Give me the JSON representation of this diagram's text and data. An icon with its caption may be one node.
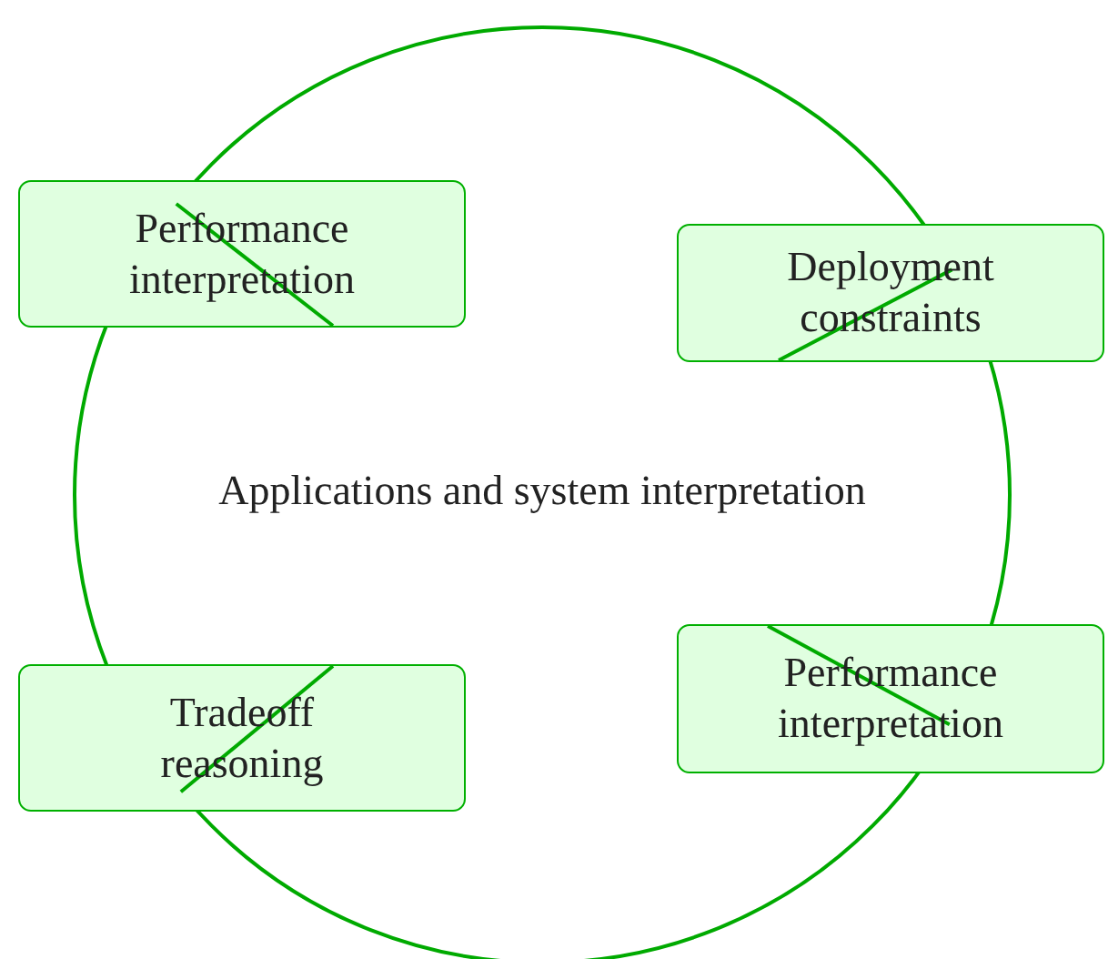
{
  "diagram": {
    "nodes": [
      {
        "text": [
          "Applications and system interpretation"
        ]
      },
      {
        "text": [
          "Performance interpretation"
        ]
      },
      {
        "text": [
          "Deployment constraints"
        ]
      },
      {
        "text": [
          "Tradeoff reasoning"
        ]
      },
      {
        "text": [
          "Performance interpretation"
        ]
      }
    ],
    "edges": [
      {
        "from": 0,
        "to": 1,
        "arrow": "none"
      },
      {
        "from": 0,
        "to": 2,
        "arrow": "none"
      },
      {
        "from": 0,
        "to": 3,
        "arrow": "none"
      },
      {
        "from": 0,
        "to": 4,
        "arrow": "none"
      }
    ]
  }
}
